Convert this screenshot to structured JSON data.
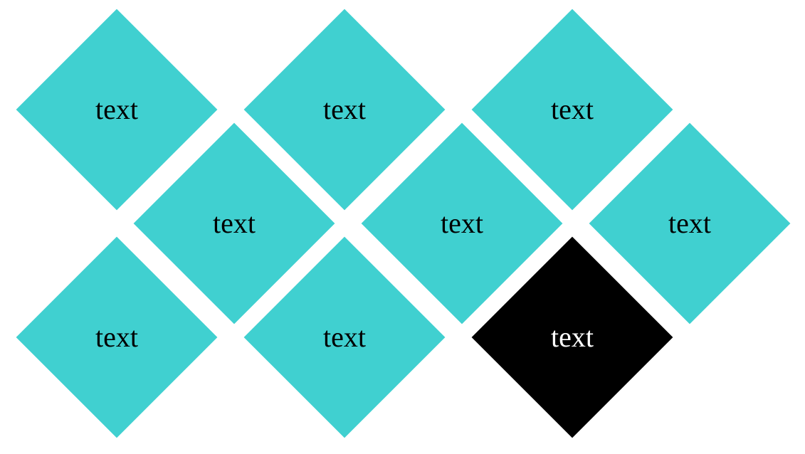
{
  "colors": {
    "tile": "#40D0D0",
    "tile_text": "#000000",
    "active_tile": "#000000",
    "active_text": "#ffffff"
  },
  "tiles": [
    {
      "label": "text",
      "active": false
    },
    {
      "label": "text",
      "active": false
    },
    {
      "label": "text",
      "active": false
    },
    {
      "label": "text",
      "active": false
    },
    {
      "label": "text",
      "active": false
    },
    {
      "label": "text",
      "active": false
    },
    {
      "label": "text",
      "active": false
    },
    {
      "label": "text",
      "active": false
    },
    {
      "label": "text",
      "active": true
    }
  ]
}
